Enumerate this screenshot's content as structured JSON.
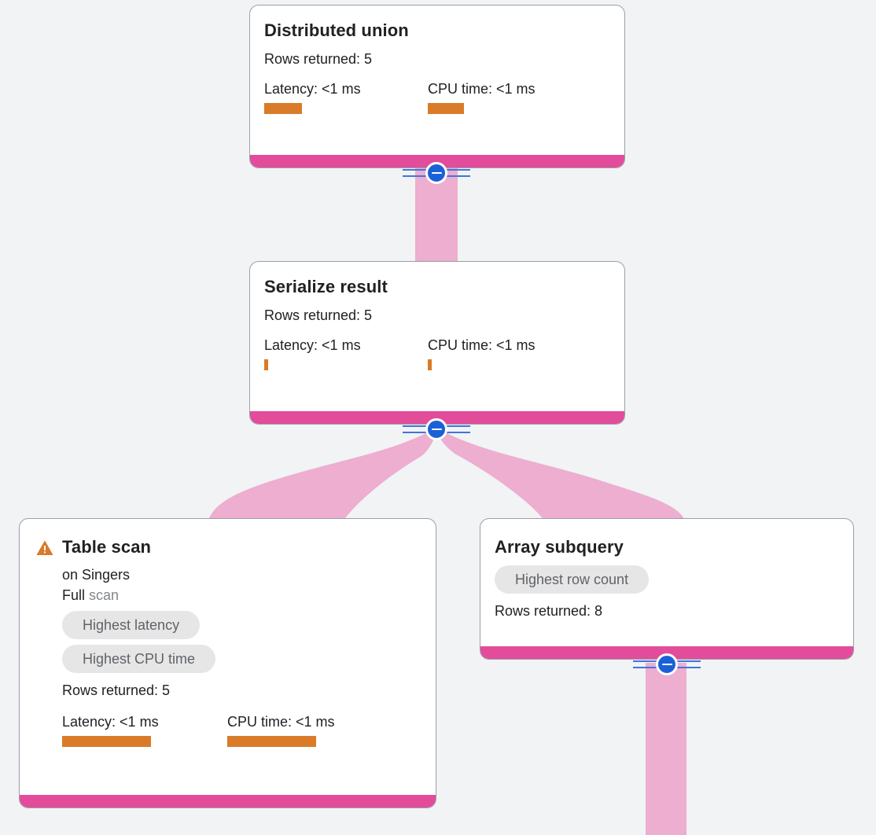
{
  "theme": {
    "page_background": "#F1F3F4",
    "node_background": "#FFFFFF",
    "node_border": "#9AA0A6",
    "accent_pink": "#E24C9B",
    "edge_pink": "#EDAED0",
    "metric_bar_orange": "#D97B29",
    "warning_orange": "#D97B29",
    "chip_background": "#E6E6E6",
    "chip_text": "#5F6368",
    "toggle_blue": "#1A61D8",
    "toggle_rail_blue": "#4274E0",
    "text_primary": "#202124",
    "text_muted": "#80868B"
  },
  "labels": {
    "rows_returned_prefix": "Rows returned:",
    "latency_prefix": "Latency:",
    "cpu_time_prefix": "CPU time:",
    "collapse_icon": "minus-circle-icon",
    "warning_icon": "warning-triangle-icon"
  },
  "nodes": [
    {
      "id": "distributed-union",
      "title": "Distributed union",
      "rows_returned": "Rows returned: 5",
      "latency_label": "Latency: <1 ms",
      "cpu_label": "CPU time: <1 ms",
      "latency_bar_width": 48,
      "cpu_bar_width": 46,
      "has_warning": false,
      "chips": [],
      "subtitle": null,
      "scan_type": null,
      "has_collapse_toggle": true
    },
    {
      "id": "serialize-result",
      "title": "Serialize result",
      "rows_returned": "Rows returned: 5",
      "latency_label": "Latency: <1 ms",
      "cpu_label": "CPU time: <1 ms",
      "latency_bar_width": 5,
      "cpu_bar_width": 5,
      "has_warning": false,
      "chips": [],
      "subtitle": null,
      "scan_type": null,
      "has_collapse_toggle": true
    },
    {
      "id": "table-scan",
      "title": "Table scan",
      "rows_returned": "Rows returned: 5",
      "latency_label": "Latency: <1 ms",
      "cpu_label": "CPU time: <1 ms",
      "latency_bar_width": 113,
      "cpu_bar_width": 113,
      "has_warning": true,
      "chips": [
        "Highest latency",
        "Highest CPU time"
      ],
      "subtitle": "on Singers",
      "scan_type": "Full scan",
      "scan_type_head": "Full",
      "scan_type_tail": " scan",
      "has_collapse_toggle": false
    },
    {
      "id": "array-subquery",
      "title": "Array subquery",
      "rows_returned": "Rows returned: 8",
      "latency_label": null,
      "cpu_label": null,
      "latency_bar_width": 0,
      "cpu_bar_width": 0,
      "has_warning": false,
      "chips": [
        "Highest row count"
      ],
      "subtitle": null,
      "scan_type": null,
      "has_collapse_toggle": true
    }
  ],
  "edges": [
    {
      "id": "edge-distributed-union-to-serialize-result",
      "from": "distributed-union",
      "to": "serialize-result"
    },
    {
      "id": "edge-serialize-result-to-table-scan",
      "from": "serialize-result",
      "to": "table-scan"
    },
    {
      "id": "edge-serialize-result-to-array-subquery",
      "from": "serialize-result",
      "to": "array-subquery"
    },
    {
      "id": "edge-array-subquery-downstream",
      "from": "array-subquery",
      "to": "offscreen"
    }
  ]
}
